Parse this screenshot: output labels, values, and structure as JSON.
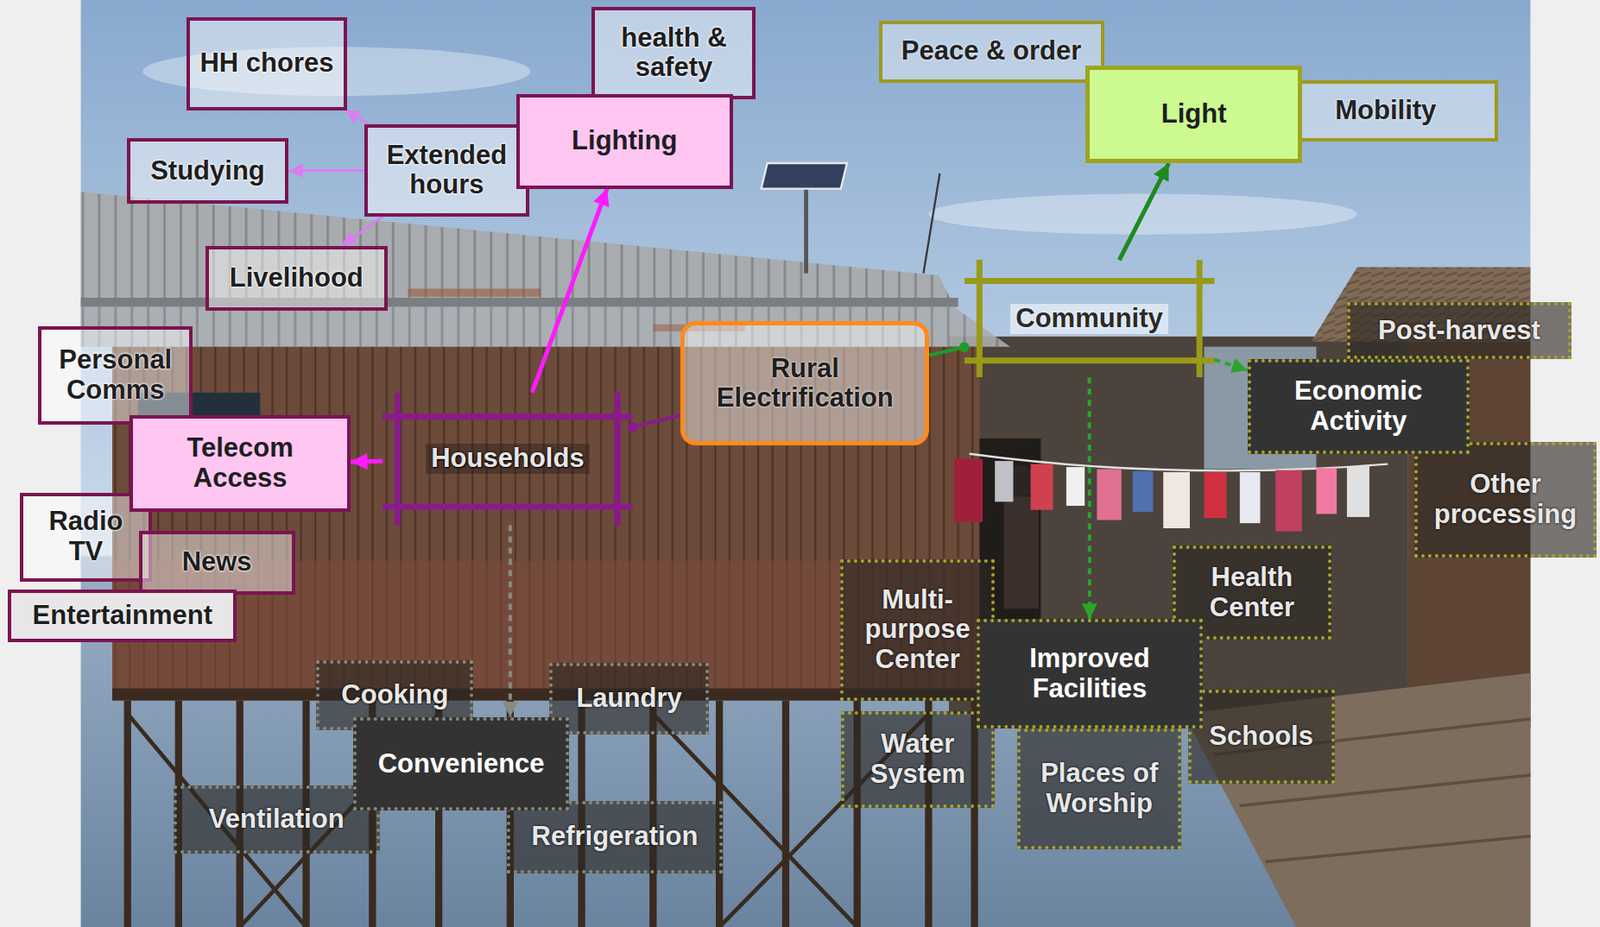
{
  "diagram": {
    "nodes": [
      {
        "text": [
          "HH chores"
        ]
      },
      {
        "text": [
          "health & safety"
        ]
      },
      {
        "text": [
          "Peace & order"
        ]
      },
      {
        "text": [
          "Light"
        ]
      },
      {
        "text": [
          "Mobility"
        ]
      },
      {
        "text": [
          "Studying"
        ]
      },
      {
        "text": [
          "Extended hours"
        ]
      },
      {
        "text": [
          "Lighting"
        ]
      },
      {
        "text": [
          "Livelihood"
        ]
      },
      {
        "text": [
          "Personal Comms"
        ]
      },
      {
        "text": [
          "Rural Electrification"
        ]
      },
      {
        "text": [
          "Community"
        ]
      },
      {
        "text": [
          "Post-harvest"
        ]
      },
      {
        "text": [
          "Economic Activity"
        ]
      },
      {
        "text": [
          "Telecom Access"
        ]
      },
      {
        "text": [
          "Households"
        ]
      },
      {
        "text": [
          "Other processing"
        ]
      },
      {
        "text": [
          "Radio TV"
        ]
      },
      {
        "text": [
          "News"
        ]
      },
      {
        "text": [
          "Entertainment"
        ]
      },
      {
        "text": [
          "Health Center"
        ]
      },
      {
        "text": [
          "Multi-purpose Center"
        ]
      },
      {
        "text": [
          "Improved Facilities"
        ]
      },
      {
        "text": [
          "Cooking"
        ]
      },
      {
        "text": [
          "Laundry"
        ]
      },
      {
        "text": [
          "Schools"
        ]
      },
      {
        "text": [
          "Water System"
        ]
      },
      {
        "text": [
          "Convenience"
        ]
      },
      {
        "text": [
          "Places of Worship"
        ]
      },
      {
        "text": [
          "Ventilation"
        ]
      },
      {
        "text": [
          "Refrigeration"
        ]
      }
    ],
    "edges": [
      {
        "from": 10,
        "to": 15,
        "arrow": "none"
      },
      {
        "from": 10,
        "to": 11,
        "arrow": "none"
      },
      {
        "from": 15,
        "to": 7,
        "arrow": "to"
      },
      {
        "from": 15,
        "to": 14,
        "arrow": "to"
      },
      {
        "from": 15,
        "to": 27,
        "arrow": "to"
      },
      {
        "from": 6,
        "to": 0,
        "arrow": "to"
      },
      {
        "from": 6,
        "to": 5,
        "arrow": "to"
      },
      {
        "from": 6,
        "to": 8,
        "arrow": "to"
      },
      {
        "from": 11,
        "to": 3,
        "arrow": "to"
      },
      {
        "from": 11,
        "to": 13,
        "arrow": "to"
      },
      {
        "from": 11,
        "to": 22,
        "arrow": "to"
      }
    ]
  }
}
